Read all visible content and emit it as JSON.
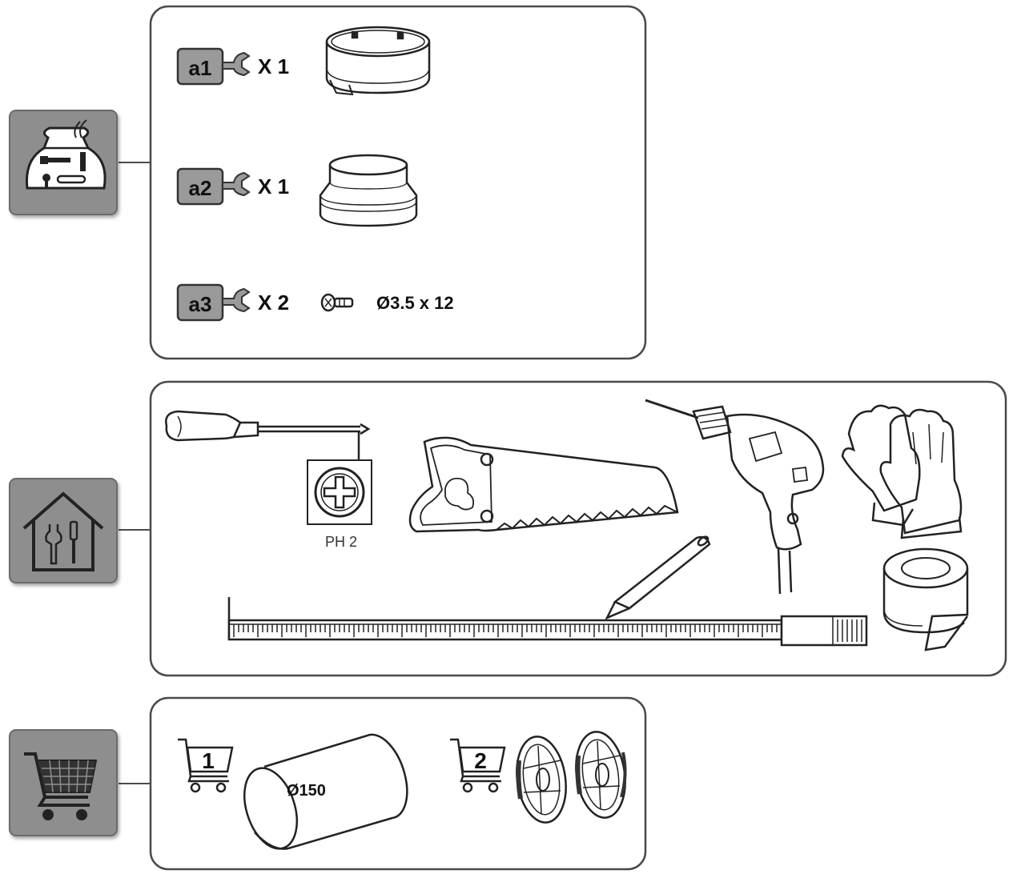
{
  "sections": {
    "supplied_parts": {
      "icon": "parts-bag-icon",
      "items": [
        {
          "code": "a1",
          "icon": "wrench-icon",
          "qty": "X 1",
          "part": "collar-ring-icon"
        },
        {
          "code": "a2",
          "icon": "wrench-icon",
          "qty": "X 1",
          "part": "reducer-adapter-icon"
        },
        {
          "code": "a3",
          "icon": "wrench-icon",
          "qty": "X 2",
          "part": "screw-icon",
          "spec": "Ø3.5 x 12"
        }
      ]
    },
    "tools_needed": {
      "icon": "house-tools-icon",
      "tools": [
        "screwdriver-icon",
        "saw-icon",
        "drill-icon",
        "gloves-icon",
        "pencil-icon",
        "measuring-tape-icon",
        "adhesive-tape-icon"
      ],
      "screwdriver_bit_label": "PH 2"
    },
    "purchase_separately": {
      "icon": "shopping-cart-icon",
      "items": [
        {
          "number": "1",
          "icon": "cart-icon",
          "part": "duct-pipe-icon",
          "spec": "Ø150"
        },
        {
          "number": "2",
          "icon": "cart-icon",
          "part": "charcoal-filter-icon"
        }
      ]
    }
  },
  "colors": {
    "frame": "#4a4a4a",
    "icon_tile": "#8e8e8e",
    "badge": "#9a9a9a",
    "line": "#2b2b2b"
  }
}
